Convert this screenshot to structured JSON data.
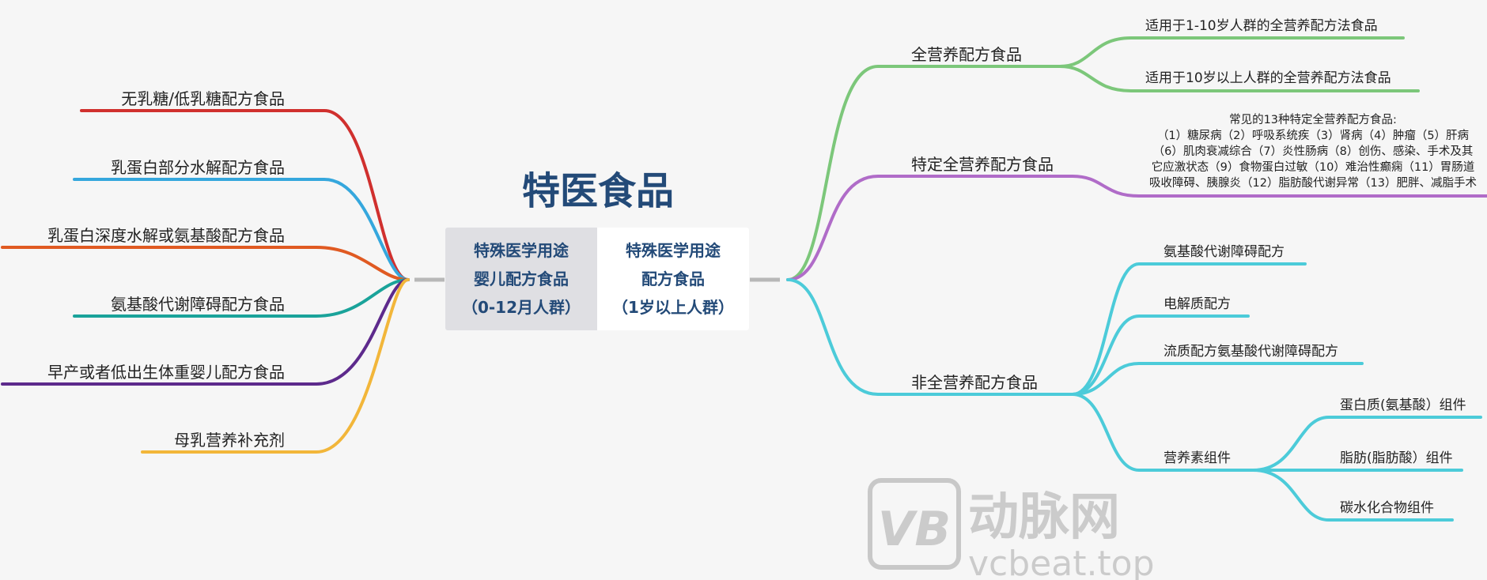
{
  "title": "特医食品",
  "center": {
    "left_box": [
      "特殊医学用途",
      "婴儿配方食品",
      "（0-12月人群）"
    ],
    "right_box": [
      "特殊医学用途",
      "配方食品",
      "（1岁以上人群）"
    ]
  },
  "left_branches": [
    {
      "label": "无乳糖/低乳糖配方食品",
      "color": "#d0302e"
    },
    {
      "label": "乳蛋白部分水解配方食品",
      "color": "#35a7dd"
    },
    {
      "label": "乳蛋白深度水解或氨基酸配方食品",
      "color": "#e05a22"
    },
    {
      "label": "氨基酸代谢障碍配方食品",
      "color": "#1aa39a"
    },
    {
      "label": "早产或者低出生体重婴儿配方食品",
      "color": "#5d2a8c"
    },
    {
      "label": "母乳营养补充剂",
      "color": "#f2b63a"
    }
  ],
  "right_branches": {
    "full": {
      "label": "全营养配方食品",
      "color": "#7cc77a",
      "children": [
        "适用于1-10岁人群的全营养配方法食品",
        "适用于10岁以上人群的全营养配方法食品"
      ]
    },
    "specific": {
      "label": "特定全营养配方食品",
      "color": "#b06cc8",
      "detail": [
        "常见的13种特定全营养配方食品:",
        "（1）糖尿病（2）呼吸系统疾（3）肾病（4）肿瘤（5）肝病",
        "（6）肌肉衰减综合（7）炎性肠病（8）创伤、感染、手术及其",
        "它应激状态（9）食物蛋白过敏（10）难治性癫痫（11）胃肠道",
        "吸收障碍、胰腺炎（12）脂肪酸代谢异常（13）肥胖、减脂手术"
      ]
    },
    "nonfull": {
      "label": "非全营养配方食品",
      "color": "#4ccbd9",
      "children": [
        "氨基酸代谢障碍配方",
        "电解质配方",
        "流质配方氨基酸代谢障碍配方",
        "营养素组件"
      ],
      "nutrient_children": [
        "蛋白质(氨基酸）组件",
        "脂肪(脂肪酸）组件",
        "碳水化合物组件"
      ]
    }
  },
  "watermark": {
    "text": "vcbeat.top",
    "cn": "动脉网",
    "logo": "VB"
  }
}
